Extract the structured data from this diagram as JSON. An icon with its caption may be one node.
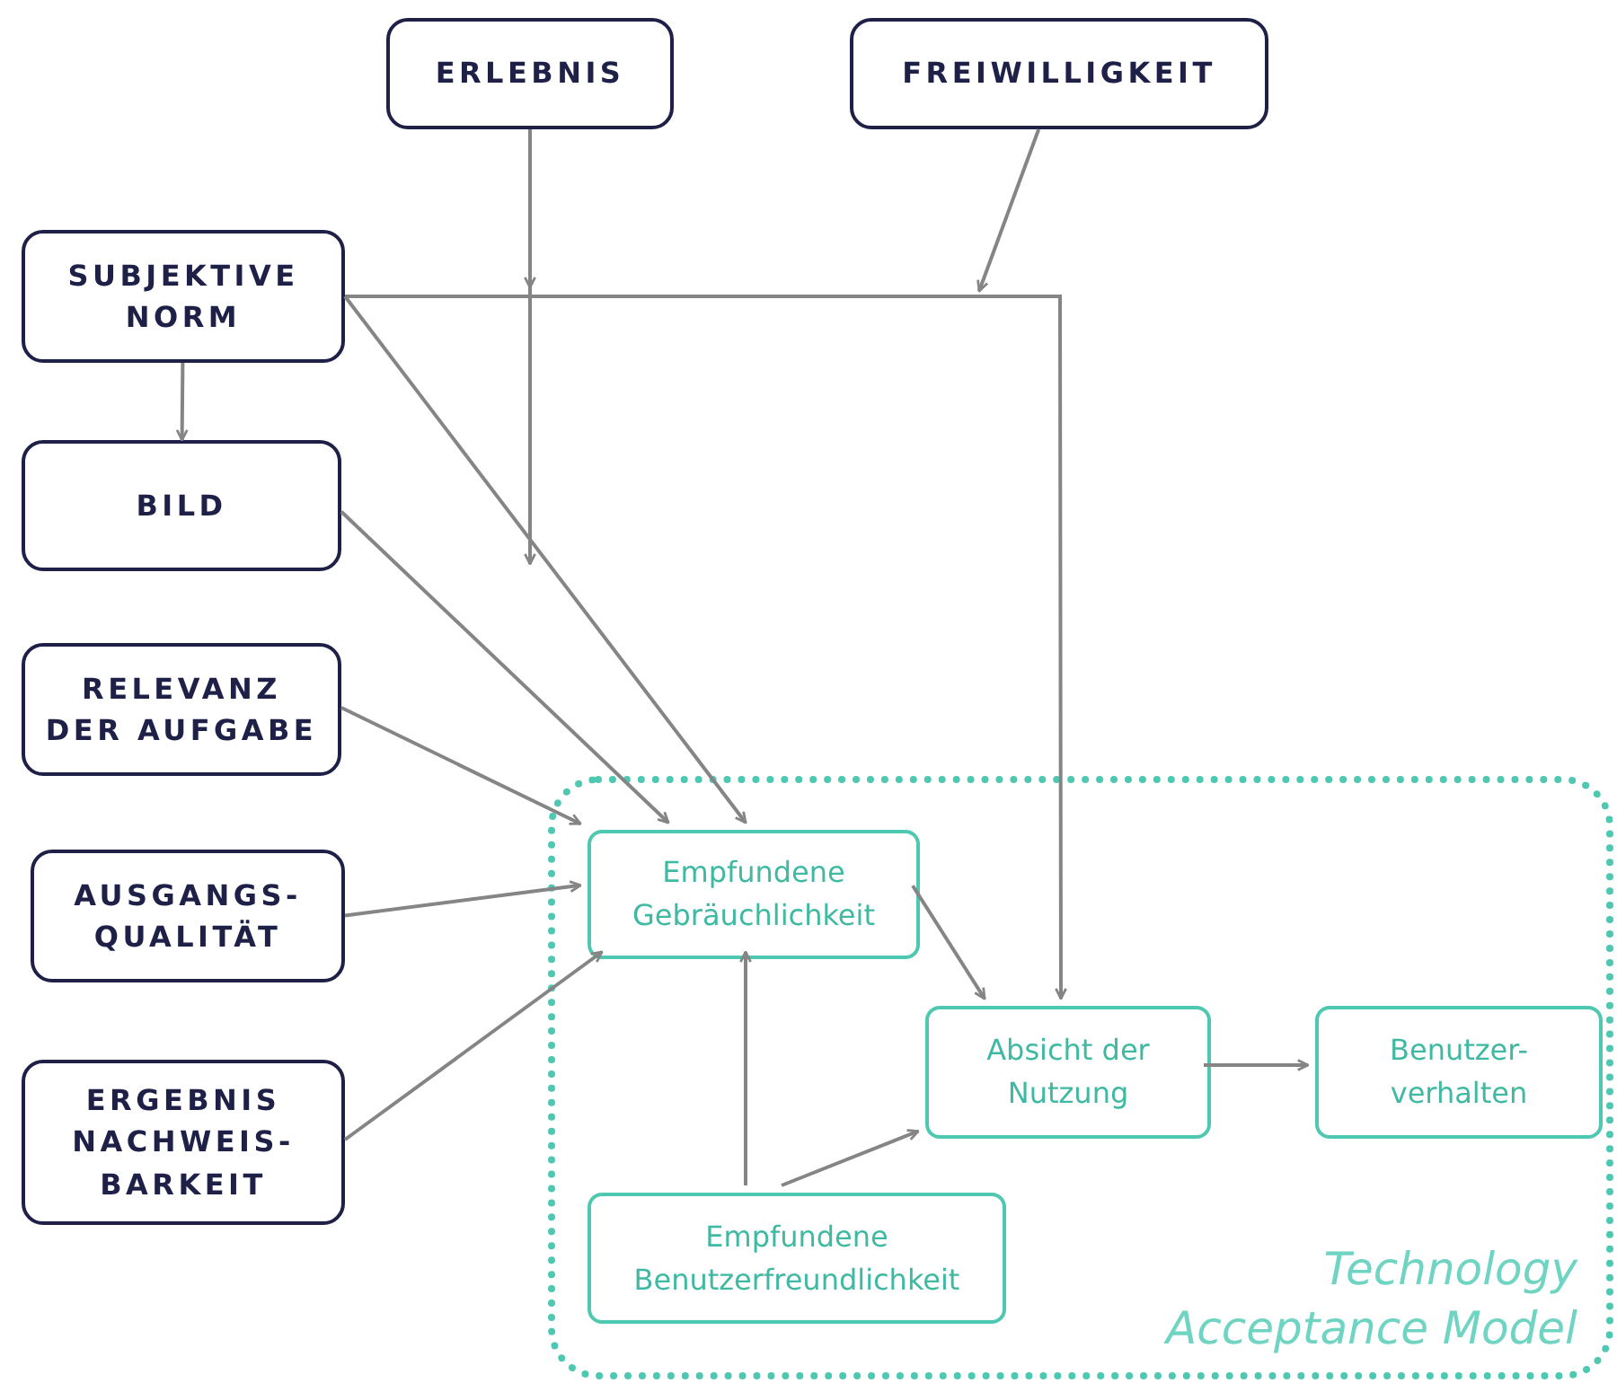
{
  "diagram": {
    "nodes": [
      {
        "text": [
          "ERLEBNIS"
        ]
      },
      {
        "text": [
          "FREIWILLIGKEIT"
        ]
      },
      {
        "text": [
          "SUBJEKTIVE NORM"
        ]
      },
      {
        "text": [
          "BILD"
        ]
      },
      {
        "text": [
          "RELEVANZ DER AUFGABE"
        ]
      },
      {
        "text": [
          "AUSGANGS- QUALITÄT"
        ]
      },
      {
        "text": [
          "ERGEBNIS NACHWEIS- BARKEIT"
        ]
      },
      {
        "text": [
          "Technology Acceptance Model"
        ]
      },
      {
        "text": [
          "Empfundene Gebräuchlichkeit"
        ],
        "in": 7
      },
      {
        "text": [
          "Absicht der Nutzung"
        ],
        "in": 7
      },
      {
        "text": [
          "Benutzer- verhalten"
        ],
        "in": 7
      },
      {
        "text": [
          "Empfundene Benutzerfreundlichkeit"
        ],
        "in": 7
      }
    ],
    "edges": [
      {
        "from": 0,
        "to": null,
        "arrow": "to"
      },
      {
        "from": 0,
        "to": null,
        "arrow": "to"
      },
      {
        "from": 1,
        "to": null,
        "arrow": "to"
      },
      {
        "from": 2,
        "to": 9,
        "arrow": "to"
      },
      {
        "from": 2,
        "to": 8,
        "arrow": "to"
      },
      {
        "from": 2,
        "to": 3,
        "arrow": "to"
      },
      {
        "from": 3,
        "to": 8,
        "arrow": "to"
      },
      {
        "from": 4,
        "to": 8,
        "arrow": "to"
      },
      {
        "from": 5,
        "to": 8,
        "arrow": "to"
      },
      {
        "from": 6,
        "to": 8,
        "arrow": "to"
      },
      {
        "from": 8,
        "to": 9,
        "arrow": "to"
      },
      {
        "from": 11,
        "to": 8,
        "arrow": "to"
      },
      {
        "from": 11,
        "to": 9,
        "arrow": "to"
      },
      {
        "from": 9,
        "to": 10,
        "arrow": "to"
      }
    ]
  }
}
